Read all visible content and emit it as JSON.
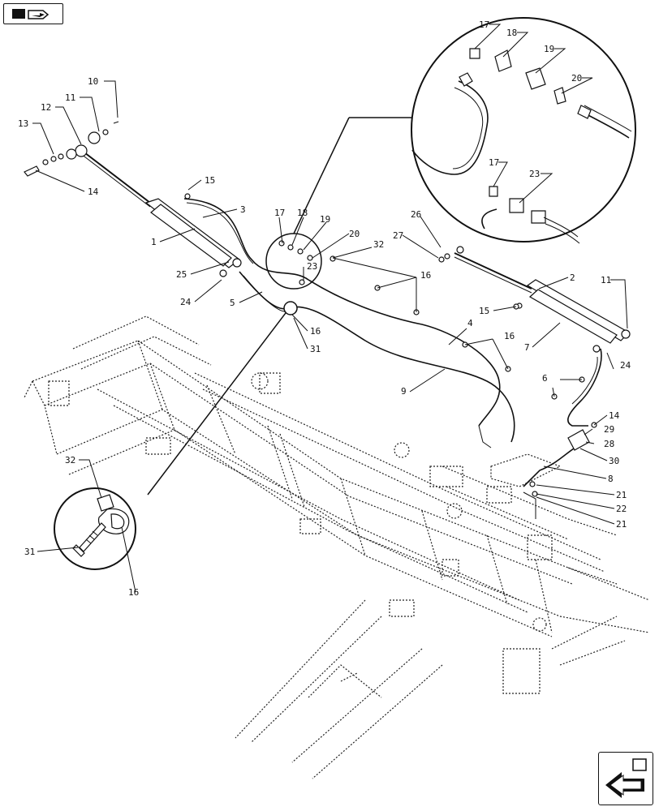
{
  "navigation": {
    "top_icon": "book-page-icon",
    "bottom_icon": "next-page-arrow-icon"
  },
  "callouts": {
    "c1": "1",
    "c2": "2",
    "c3": "3",
    "c4": "4",
    "c5": "5",
    "c6": "6",
    "c7": "7",
    "c8": "8",
    "c9": "9",
    "c10": "10",
    "c11a": "11",
    "c11b": "11",
    "c12": "12",
    "c13": "13",
    "c14a": "14",
    "c14b": "14",
    "c15a": "15",
    "c15b": "15",
    "c16a": "16",
    "c16b": "16",
    "c16c": "16",
    "c16d": "16",
    "c17a": "17",
    "c17b": "17",
    "c17c": "17",
    "c18a": "18",
    "c18b": "18",
    "c19a": "19",
    "c19b": "19",
    "c20a": "20",
    "c20b": "20",
    "c21a": "21",
    "c21b": "21",
    "c22": "22",
    "c23a": "23",
    "c23b": "23",
    "c24a": "24",
    "c24b": "24",
    "c25": "25",
    "c26": "26",
    "c27": "27",
    "c28": "28",
    "c29": "29",
    "c30": "30",
    "c31a": "31",
    "c31b": "31",
    "c32a": "32",
    "c32b": "32"
  }
}
